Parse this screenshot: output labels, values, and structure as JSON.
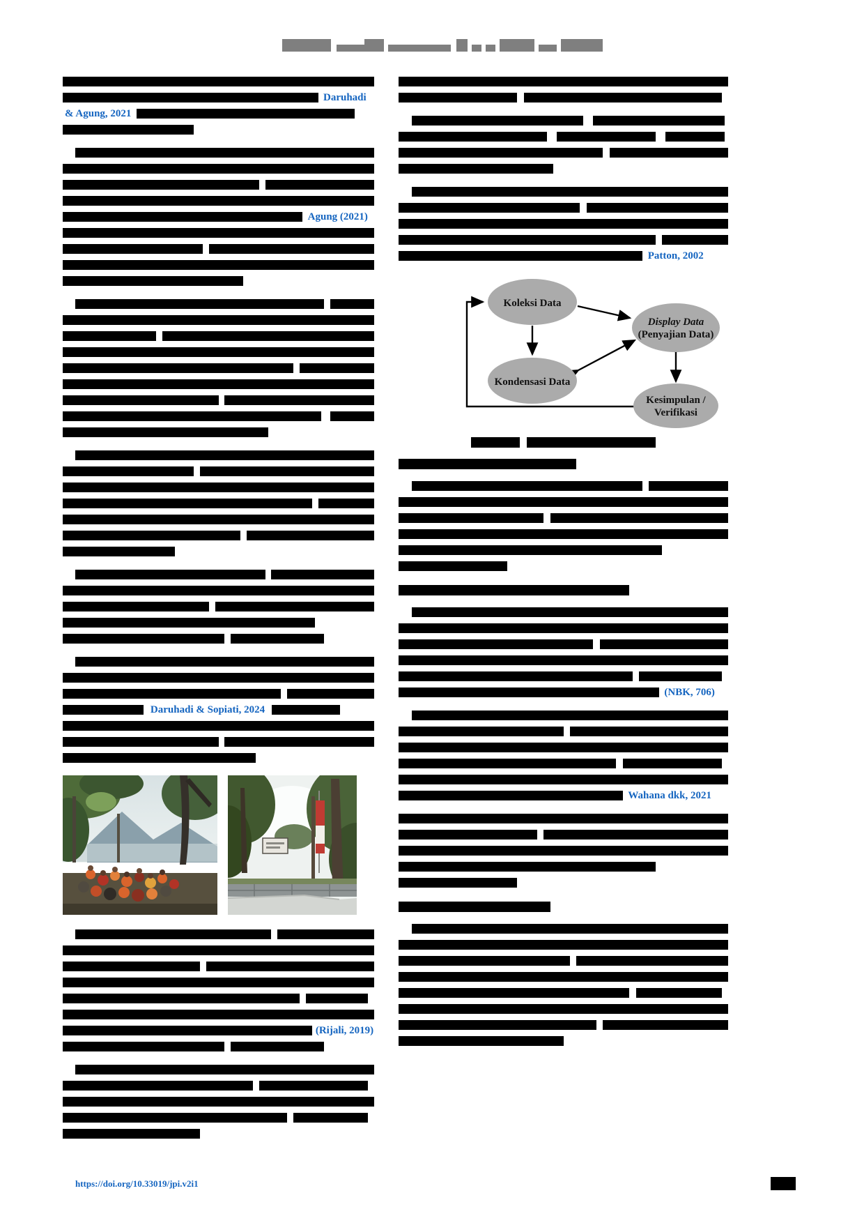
{
  "citations": {
    "daruhadi": "Daruhadi",
    "agung_2021": "& Agung, 2021",
    "agung_inline": "Agung (2021)",
    "patton": "Patton, 2002",
    "daruhadi_sopiati": "Daruhadi & Sopiati, 2024",
    "nbk": "(NBK, 706)",
    "wahana": "Wahana dkk, 2021",
    "rijali": "(Rijali, 2019)"
  },
  "figure": {
    "nodes": {
      "koleksi": "Koleksi Data",
      "display_line1": "Display Data",
      "display_line2": "(Penyajian Data)",
      "kondensasi": "Kondensasi Data",
      "kesimpulan_line1": "Kesimpulan /",
      "kesimpulan_line2": "Verifikasi"
    }
  },
  "footer": {
    "doi_link": "https://doi.org/10.33019/jpi.v2i1"
  },
  "colors": {
    "citation_blue": "#1565c0",
    "redaction_black": "#000000",
    "header_gray": "#7f7f7f",
    "ellipse_gray": "#ababab"
  }
}
